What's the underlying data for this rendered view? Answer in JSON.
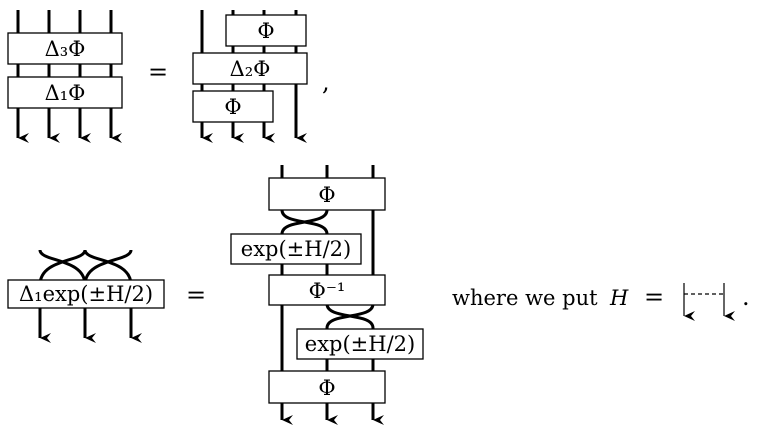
{
  "eq1": {
    "lhs_top": "Δ₃Φ",
    "lhs_bottom": "Δ₁Φ",
    "equals": "=",
    "rhs_top": "Φ",
    "rhs_middle": "Δ₂Φ",
    "rhs_bottom": "Φ",
    "trailing": ","
  },
  "eq2": {
    "lhs_box": "Δ₁exp(±H/2)",
    "equals": "=",
    "rhs_box1": "Φ",
    "rhs_box2": "exp(±H/2)",
    "rhs_box3": "Φ⁻¹",
    "rhs_box4": "exp(±H/2)",
    "rhs_box5": "Φ",
    "where_text": "where we put",
    "H": "H",
    "H_equals": "=",
    "trailing": "."
  }
}
